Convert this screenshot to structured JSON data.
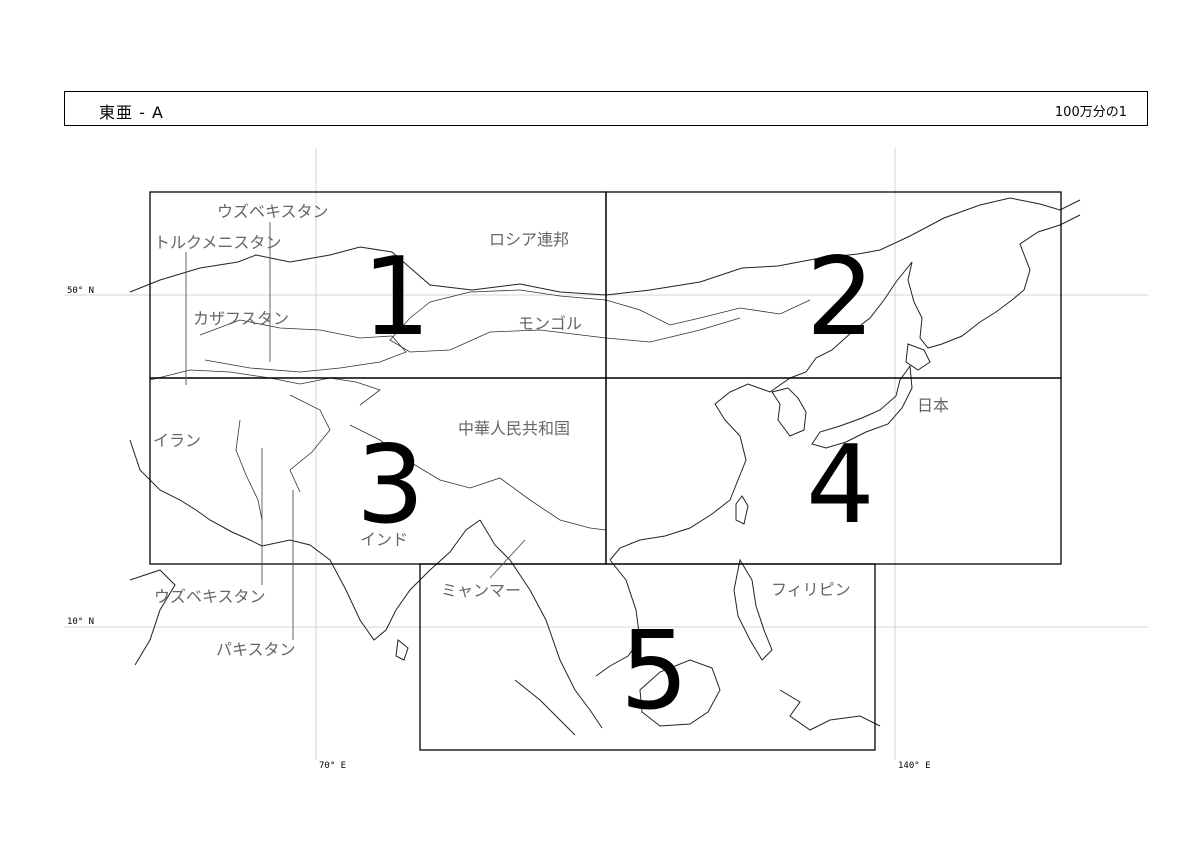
{
  "header": {
    "title": "東亜 - A",
    "scale": "100万分の1"
  },
  "coordinates": {
    "lat_50": "50° N",
    "lat_10": "10° N",
    "lon_70": "70° E",
    "lon_140": "140° E"
  },
  "sheets": [
    {
      "number": "1"
    },
    {
      "number": "2"
    },
    {
      "number": "3"
    },
    {
      "number": "4"
    },
    {
      "number": "5"
    }
  ],
  "countries": {
    "uzbekistan_north": "ウズベキスタン",
    "turkmenistan": "トルクメニスタン",
    "russia": "ロシア連邦",
    "kazakhstan": "カザフスタン",
    "mongolia": "モンゴル",
    "china": "中華人民共和国",
    "iran": "イラン",
    "japan": "日本",
    "india": "インド",
    "myanmar": "ミャンマー",
    "philippines": "フィリピン",
    "uzbekistan_south": "ウズベキスタン",
    "pakistan": "パキスタン"
  }
}
